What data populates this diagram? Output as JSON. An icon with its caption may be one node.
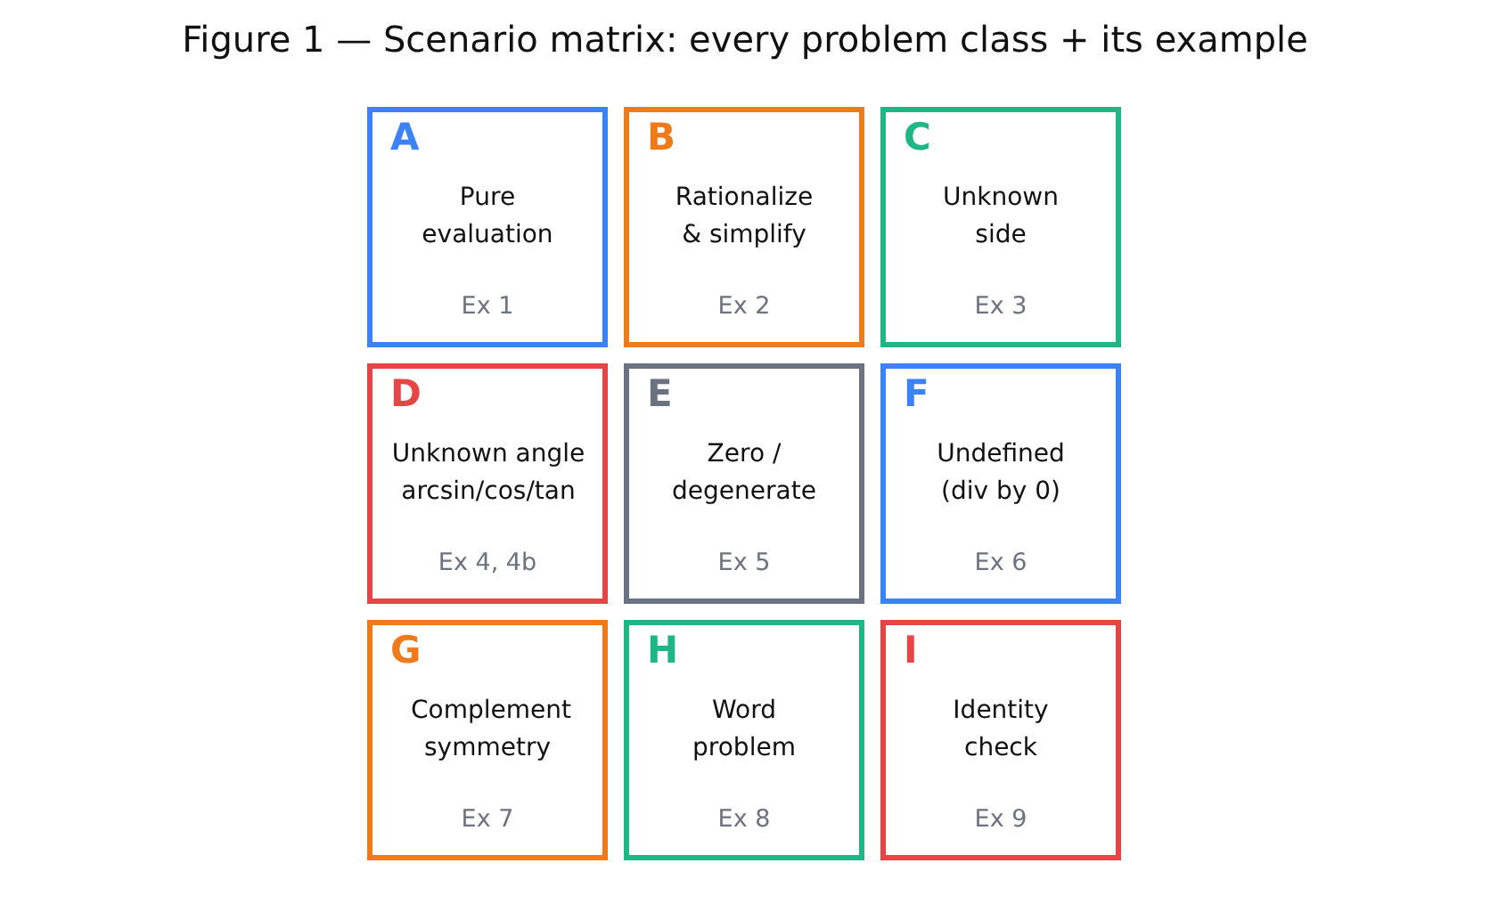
{
  "diagram": {
    "title": "Figure 1 — Scenario matrix: every problem class + its example",
    "nodes": [
      {
        "text": [
          "A",
          "Pure evaluation",
          "Ex 1"
        ]
      },
      {
        "text": [
          "B",
          "Rationalize & simplify",
          "Ex 2"
        ]
      },
      {
        "text": [
          "C",
          "Unknown side",
          "Ex 3"
        ]
      },
      {
        "text": [
          "D",
          "Unknown angle arcsin/cos/tan",
          "Ex 4, 4b"
        ]
      },
      {
        "text": [
          "E",
          "Zero / degenerate",
          "Ex 5"
        ]
      },
      {
        "text": [
          "F",
          "Undefined (div by 0)",
          "Ex 6"
        ]
      },
      {
        "text": [
          "G",
          "Complement symmetry",
          "Ex 7"
        ]
      },
      {
        "text": [
          "H",
          "Word problem",
          "Ex 8"
        ]
      },
      {
        "text": [
          "I",
          "Identity check",
          "Ex 9"
        ]
      }
    ]
  }
}
